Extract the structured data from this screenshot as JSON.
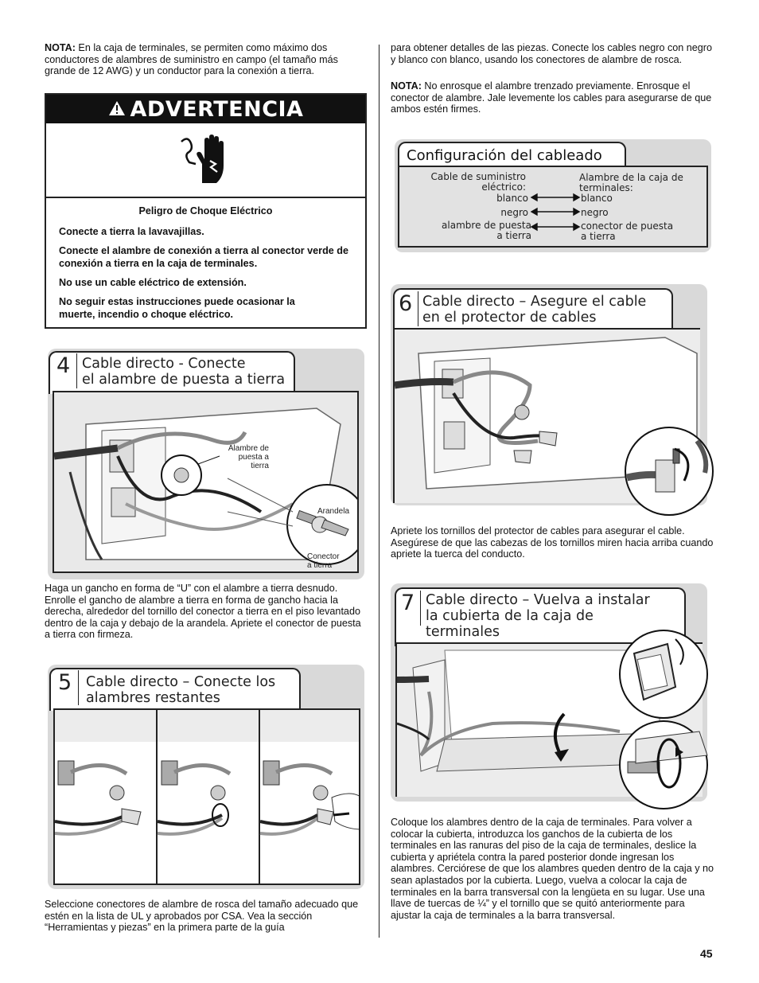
{
  "left": {
    "note_label": "NOTA:",
    "note_text": " En la caja de terminales, se permiten como máximo dos conductores de alambres de suministro en campo (el tamaño más grande de 12 AWG) y un conductor para la conexión a tierra.",
    "warning": {
      "heading": "ADVERTENCIA",
      "hazard": "Peligro de Choque Eléctrico",
      "lines": [
        "Conecte a tierra la lavavajillas.",
        "Conecte el alambre de conexión a tierra al conector verde de conexión a tierra en la caja de terminales.",
        "No use un cable eléctrico de extensión.",
        "No seguir estas instrucciones puede ocasionar la muerte, incendio o choque eléctrico."
      ]
    },
    "step4": {
      "number": "4",
      "title_line1": "Cable directo - Conecte",
      "title_line2": "el alambre de puesta a tierra",
      "label_ground_wire": [
        "Alambre de",
        "puesta a",
        "tierra"
      ],
      "label_washer": "Arandela",
      "label_connector": [
        "Conector",
        "a tierra"
      ],
      "text": "Haga un gancho en forma de “U” con el alambre a tierra desnudo. Enrolle el gancho de alambre a tierra en forma de gancho hacia la derecha, alrededor del tornillo del conector a tierra en el piso levantado dentro de la caja y debajo de la arandela. Apriete el conector de puesta a tierra con firmeza."
    },
    "step5": {
      "number": "5",
      "title_line1": "Cable directo – Conecte los",
      "title_line2": "alambres restantes",
      "text": "Seleccione conectores de alambre de rosca del tamaño adecuado que estén en la lista de UL y aprobados por CSA. Vea la sección “Herramientas y piezas” en la primera parte de la guía"
    }
  },
  "right": {
    "intro_text": "para obtener detalles de las piezas. Conecte los cables negro con negro y blanco con blanco, usando los conectores de alambre de rosca.",
    "note_label": "NOTA:",
    "note_text": " No enrosque el alambre trenzado previamente. Enrosque el conector de alambre. Jale levemente los cables para asegurarse de que ambos estén firmes.",
    "wiring": {
      "title": "Configuración del cableado",
      "left_header": [
        "Cable de suministro",
        "eléctrico:"
      ],
      "right_header": [
        "Alambre de la caja de",
        "terminales:"
      ],
      "rows": [
        {
          "left": "blanco",
          "right": "blanco"
        },
        {
          "left": "negro",
          "right": "negro"
        },
        {
          "left": "alambre de puesta",
          "left2": "a tierra",
          "right": "conector de puesta",
          "right2": "a tierra"
        }
      ]
    },
    "step6": {
      "number": "6",
      "title_line1": "Cable directo – Asegure el cable",
      "title_line2": "en el protector de cables",
      "text": "Apriete los tornillos del protector de cables para asegurar el cable. Asegúrese de que las cabezas de los tornillos miren hacia arriba cuando apriete la tuerca del conducto."
    },
    "step7": {
      "number": "7",
      "title_line1": "Cable directo – Vuelva a instalar",
      "title_line2": "la cubierta de la caja de",
      "title_line3": "terminales",
      "text": "Coloque los alambres dentro de la caja de terminales. Para volver a colocar la cubierta, introduzca los ganchos de la cubierta de los terminales en las ranuras del piso de la caja de terminales, deslice la cubierta y apriétela contra la pared posterior donde ingresan los alambres. Cerciórese de que los alambres queden dentro de la caja y no sean aplastados por la cubierta. Luego, vuelva a colocar la caja de terminales en la barra transversal con la lengüeta en su lugar. Use una llave de tuercas de ¼” y el tornillo que se quitó anteriormente para ajustar la caja de terminales a la barra transversal."
    }
  },
  "page_number": "45",
  "icons": [
    "warning-triangle-icon",
    "electric-shock-hand-icon"
  ]
}
